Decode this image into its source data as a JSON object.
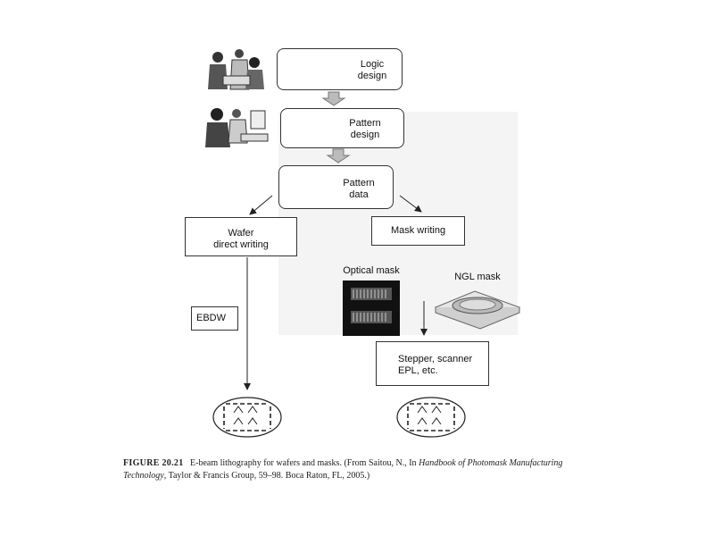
{
  "steps": {
    "logic": {
      "line1": "Logic",
      "line2": "design"
    },
    "pattern_design": {
      "line1": "Pattern",
      "line2": "design"
    },
    "pattern_data": {
      "line1": "Pattern",
      "line2": "data"
    },
    "wafer": {
      "line1": "Wafer",
      "line2": "direct writing"
    },
    "mask_writing": "Mask writing",
    "ebdw": "EBDW",
    "optical_mask": "Optical mask",
    "ngl_mask": "NGL mask",
    "stepper": {
      "line1": "Stepper, scanner",
      "line2": "EPL, etc."
    }
  },
  "caption": {
    "figure": "FIGURE 20.21",
    "text1": "E-beam lithography for wafers and masks. (From Saitou, N., In ",
    "book": "Handbook of Photomask Manufacturing Technology",
    "text2": ", Taylor & Francis Group, 59–98. Boca Raton, FL, 2005.)"
  }
}
